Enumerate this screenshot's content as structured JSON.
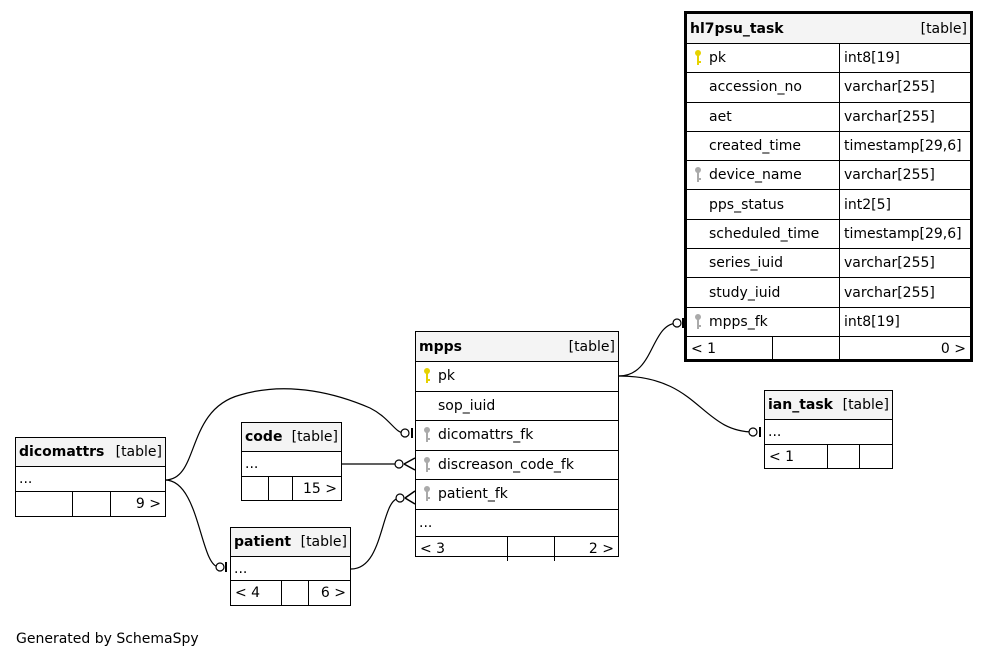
{
  "colors": {
    "primary_key": "#e6d200",
    "foreign_key": "#aaaaaa",
    "header_bg": "#f4f4f4"
  },
  "tables": {
    "hl7psu_task": {
      "name": "hl7psu_task",
      "kind": "[table]",
      "columns": [
        {
          "name": "pk",
          "type": "int8[19]",
          "key": "primary-key-icon"
        },
        {
          "name": "accession_no",
          "type": "varchar[255]",
          "key": ""
        },
        {
          "name": "aet",
          "type": "varchar[255]",
          "key": ""
        },
        {
          "name": "created_time",
          "type": "timestamp[29,6]",
          "key": ""
        },
        {
          "name": "device_name",
          "type": "varchar[255]",
          "key": "index-key-icon"
        },
        {
          "name": "pps_status",
          "type": "int2[5]",
          "key": ""
        },
        {
          "name": "scheduled_time",
          "type": "timestamp[29,6]",
          "key": ""
        },
        {
          "name": "series_iuid",
          "type": "varchar[255]",
          "key": ""
        },
        {
          "name": "study_iuid",
          "type": "varchar[255]",
          "key": ""
        },
        {
          "name": "mpps_fk",
          "type": "int8[19]",
          "key": "index-key-icon"
        }
      ],
      "footer": [
        "< 1",
        "",
        "0 >"
      ]
    },
    "mpps": {
      "name": "mpps",
      "kind": "[table]",
      "columns": [
        {
          "name": "pk",
          "key": "primary-key-icon"
        },
        {
          "name": "sop_iuid",
          "key": ""
        },
        {
          "name": "dicomattrs_fk",
          "key": "index-key-icon"
        },
        {
          "name": "discreason_code_fk",
          "key": "index-key-icon"
        },
        {
          "name": "patient_fk",
          "key": "index-key-icon"
        }
      ],
      "ellipsis": "...",
      "footer": [
        "< 3",
        "",
        "2 >"
      ]
    },
    "ian_task": {
      "name": "ian_task",
      "kind": "[table]",
      "ellipsis": "...",
      "footer": [
        "< 1",
        "",
        ""
      ]
    },
    "code": {
      "name": "code",
      "kind": "[table]",
      "ellipsis": "...",
      "footer": [
        "",
        "",
        "15 >"
      ]
    },
    "dicomattrs": {
      "name": "dicomattrs",
      "kind": "[table]",
      "ellipsis": "...",
      "footer": [
        "",
        "",
        "9 >"
      ]
    },
    "patient": {
      "name": "patient",
      "kind": "[table]",
      "ellipsis": "...",
      "footer": [
        "< 4",
        "",
        "6 >"
      ]
    }
  },
  "credit": "Generated by SchemaSpy"
}
